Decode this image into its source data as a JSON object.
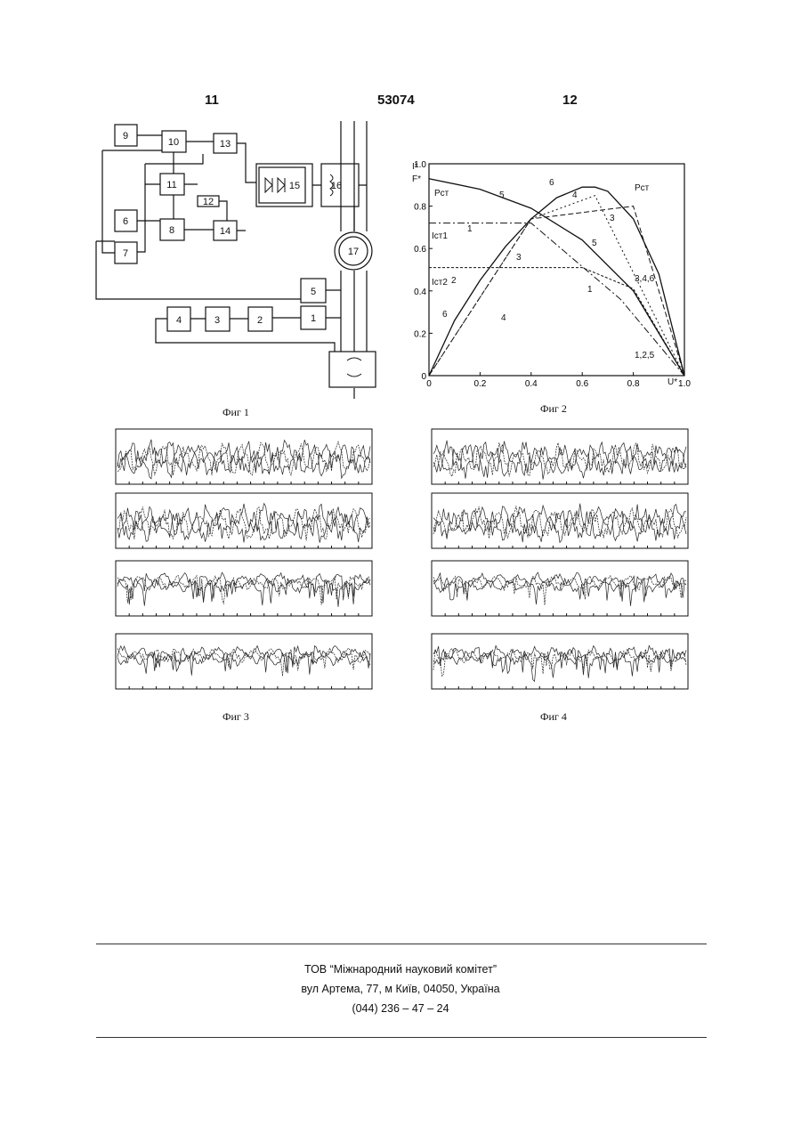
{
  "header": {
    "left_page": "11",
    "patent_no": "53074",
    "right_page": "12"
  },
  "fig1": {
    "caption": "Фиг 1",
    "blocks": [
      "1",
      "2",
      "3",
      "4",
      "5",
      "6",
      "7",
      "8",
      "9",
      "10",
      "11",
      "12",
      "13",
      "14",
      "15",
      "16",
      "17"
    ]
  },
  "fig2": {
    "caption": "Фиг 2",
    "y_label_top": "I*",
    "y_label_bottom": "F*",
    "x_label": "U*",
    "x_ticks": [
      "0",
      "0.2",
      "0.4",
      "0.6",
      "0.8",
      "1.0"
    ],
    "y_ticks": [
      "0",
      "0.2",
      "0.4",
      "0.6",
      "0.8",
      "1.0"
    ],
    "annotations": {
      "p_st_left": "Pст",
      "p_st_right": "Pст",
      "i_st1": "Iст1",
      "i_st2": "Iст2",
      "group_346": "3,4,6",
      "group_125": "1,2,5"
    },
    "curve_labels": [
      "1",
      "2",
      "3",
      "4",
      "5",
      "6"
    ]
  },
  "fig3": {
    "caption": "Фиг 3"
  },
  "fig4": {
    "caption": "Фиг 4"
  },
  "chart_data": {
    "type": "line",
    "xlabel": "U*",
    "ylabel": "I*, F*",
    "xlim": [
      0,
      1.0
    ],
    "ylim": [
      0,
      1.0
    ],
    "grid": false,
    "series": [
      {
        "name": "5",
        "x": [
          0,
          0.2,
          0.4,
          0.6,
          0.8,
          1.0
        ],
        "y": [
          0.93,
          0.88,
          0.79,
          0.64,
          0.4,
          0.0
        ]
      },
      {
        "name": "6",
        "x": [
          0,
          0.1,
          0.2,
          0.3,
          0.4,
          0.5,
          0.6,
          0.65,
          0.7,
          0.8,
          0.9,
          1.0
        ],
        "y": [
          0.0,
          0.26,
          0.45,
          0.61,
          0.74,
          0.84,
          0.89,
          0.89,
          0.87,
          0.74,
          0.48,
          0.0
        ]
      },
      {
        "name": "3",
        "x": [
          0,
          0.4,
          0.8,
          1.0
        ],
        "y": [
          0.0,
          0.74,
          0.8,
          0.0
        ]
      },
      {
        "name": "4",
        "x": [
          0,
          0.4,
          0.65,
          1.0
        ],
        "y": [
          0.0,
          0.74,
          0.85,
          0.0
        ]
      },
      {
        "name": "1",
        "x": [
          0,
          0.4,
          0.75,
          1.0
        ],
        "y": [
          0.72,
          0.72,
          0.36,
          0.0
        ]
      },
      {
        "name": "2",
        "x": [
          0,
          0.6,
          0.8,
          1.0
        ],
        "y": [
          0.51,
          0.51,
          0.41,
          0.0
        ]
      }
    ]
  },
  "footer": {
    "org": "ТОВ “Міжнародний науковий комітет”",
    "address": "вул  Артема, 77, м  Київ, 04050, Україна",
    "phone": "(044) 236 – 47 – 24"
  }
}
